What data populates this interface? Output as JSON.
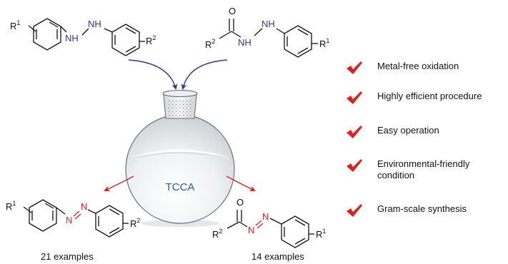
{
  "reactants": {
    "hydrazobenzene": {
      "r1": "R",
      "r1_sup": "1",
      "nh_left": "NH",
      "nh_right": "NH",
      "r2": "R",
      "r2_sup": "2"
    },
    "hydrazide": {
      "o": "O",
      "r2": "R",
      "r2_sup": "2",
      "nh_left": "NH",
      "nh_right": "NH",
      "r1": "R",
      "r1_sup": "1"
    }
  },
  "flask": {
    "label": "TCCA"
  },
  "products": {
    "azobenzene": {
      "r1": "R",
      "r1_sup": "1",
      "n1": "N",
      "n2": "N",
      "r2": "R",
      "r2_sup": "2",
      "examples": "21 examples"
    },
    "acyl_azo": {
      "o": "O",
      "r2": "R",
      "r2_sup": "2",
      "n1": "N",
      "n2": "N",
      "r1": "R",
      "r1_sup": "1",
      "examples": "14 examples"
    }
  },
  "features": [
    "Metal-free oxidation",
    "Highly efficient procedure",
    "Easy operation",
    "Environmental-friendly\ncondition",
    "Gram-scale synthesis"
  ],
  "colors": {
    "bond": "#111111",
    "reactant_heteroatom": "#2b3a8f",
    "product_heteroatom": "#e02020",
    "arrow_in": "#2b3a8f",
    "arrow_out": "#e02020",
    "check": "#e0201c",
    "flask_label": "#1f5fa8"
  },
  "icons": [
    "check-mark-icon",
    "round-bottom-flask-icon",
    "curved-arrow-icon"
  ]
}
